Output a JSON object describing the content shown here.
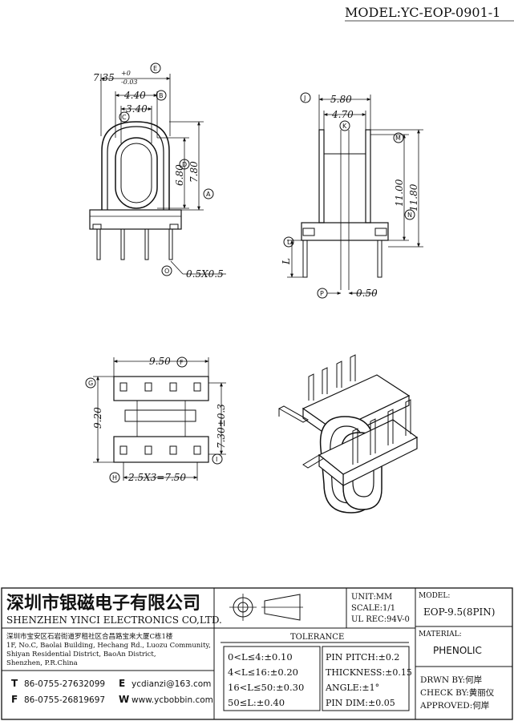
{
  "model_header": "MODEL:YC-EOP-0901-1",
  "dims": {
    "top_view": {
      "width_main": "7.35",
      "tol_plus": "+0",
      "tol_minus": "-0.03",
      "width_inner": "4.40",
      "width_core": "3.40",
      "height_inner": "6.80",
      "height_outer": "7.80",
      "pin_size": "0.5X0.5"
    },
    "side_view": {
      "width_top": "5.80",
      "width_mid": "4.70",
      "height_inner": "11.00",
      "height_outer": "11.80",
      "pin_width": "0.50",
      "pin_len": "L"
    },
    "bottom_view": {
      "width": "9.50",
      "height": "9.20",
      "height_tol": "7.30±0.3",
      "pitch": "2.5X3=7.50"
    }
  },
  "markers": {
    "A": "A",
    "B": "B",
    "C": "C",
    "D": "D",
    "E": "E",
    "F": "F",
    "G": "G",
    "H": "H",
    "I": "I",
    "J": "J",
    "K": "K",
    "L": "L",
    "M": "M",
    "N": "N",
    "O": "O",
    "P": "P"
  },
  "title_block": {
    "company_cn": "深圳市银磁电子有限公司",
    "company_en": "SHENZHEN YINCI ELECTRONICS CO,LTD.",
    "address_cn": "深圳市宝安区石岩街道罗租社区合昌路宝来大厦C栋1楼",
    "address_en": [
      "1F, No.C, Baolai Building, Hechang Rd., Luozu Community,",
      "Shiyan Residential District, BaoAn District,",
      "Shenzhen, P.R.China"
    ],
    "tel_label": "T",
    "tel": "86-0755-27632099",
    "fax_label": "F",
    "fax": "86-0755-26819697",
    "email_label": "E",
    "email": "ycdianzi@163.com",
    "web_label": "W",
    "web": "www.ycbobbin.com",
    "unit": "UNIT:MM",
    "scale": "SCALE:1/1",
    "ul": "UL REC:94V-0",
    "model_label": "MODEL:",
    "model_value": "EOP-9.5(8PIN)",
    "material_label": "MATERIAL:",
    "material_value": "PHENOLIC",
    "tolerance_label": "TOLERANCE",
    "tolerances_left": [
      "0<L≤4:±0.10",
      "4<L≤16:±0.20",
      "16<L≤50:±0.30",
      "50≤L:±0.40"
    ],
    "tolerances_right": [
      "PIN PITCH:±0.2",
      "THICKNESS:±0.15",
      "ANGLE:±1°",
      "PIN DIM:±0.05"
    ],
    "drawn": "DRWN BY:何岸",
    "checked": "CHECK BY:黄丽仪",
    "approved": "APPROVED:何岸"
  }
}
